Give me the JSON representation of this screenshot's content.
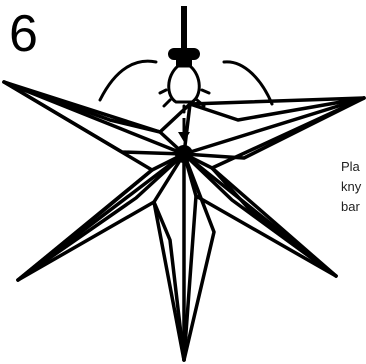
{
  "step": {
    "number": "6"
  },
  "instruction": {
    "lines": [
      "Pla",
      "kny",
      "bar"
    ]
  },
  "icons": {
    "star": "paper-star-lamp-icon",
    "bulb": "light-bulb-icon",
    "cord": "power-cord-icon",
    "arrow": "down-arrow-icon"
  },
  "colors": {
    "ink": "#000000",
    "background": "#ffffff",
    "caption": "#222222"
  }
}
